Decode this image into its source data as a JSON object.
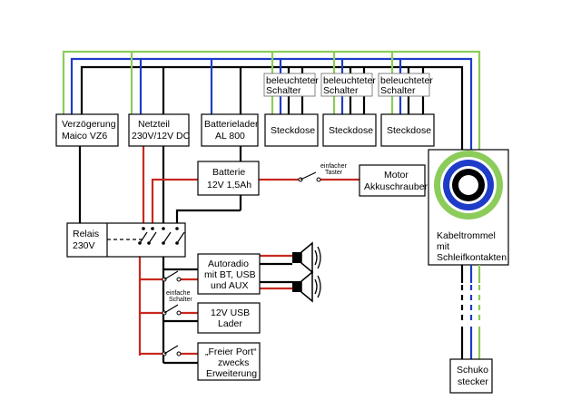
{
  "boxes": {
    "verzoegerung": [
      "Verzögerung",
      "Maico VZ6"
    ],
    "netzteil": [
      "Netzteil",
      "230V/12V DC"
    ],
    "batterielader": [
      "Batterielader",
      "AL 800"
    ],
    "steckdose": [
      "Steckdose",
      "Steckdose",
      "Steckdose"
    ],
    "beleuchteter_schalter": [
      "beleuchteter",
      "Schalter"
    ],
    "batterie": [
      "Batterie",
      "12V 1,5Ah"
    ],
    "motor": [
      "Motor",
      "Akkuschrauber"
    ],
    "relais": [
      "Relais",
      "230V"
    ],
    "autoradio": [
      "Autoradio",
      "mit BT, USB",
      "und AUX"
    ],
    "usb_lader": [
      "12V USB",
      "Lader"
    ],
    "freier_port": [
      "„Freier Port“",
      "zwecks",
      "Erweiterung"
    ],
    "kabeltrommel": [
      "Kabeltrommel",
      "mit",
      "Schleifkontakten"
    ],
    "schuko": [
      "Schuko",
      "stecker"
    ]
  },
  "annotations": {
    "taster": [
      "einfacher",
      "Taster"
    ],
    "schalter": [
      "einfache",
      "Schalter"
    ]
  },
  "colors": {
    "phase": "#000000",
    "neutral": "#1e3cc8",
    "earth": "#8ccc5a",
    "dc_plus": "#c8281e"
  }
}
